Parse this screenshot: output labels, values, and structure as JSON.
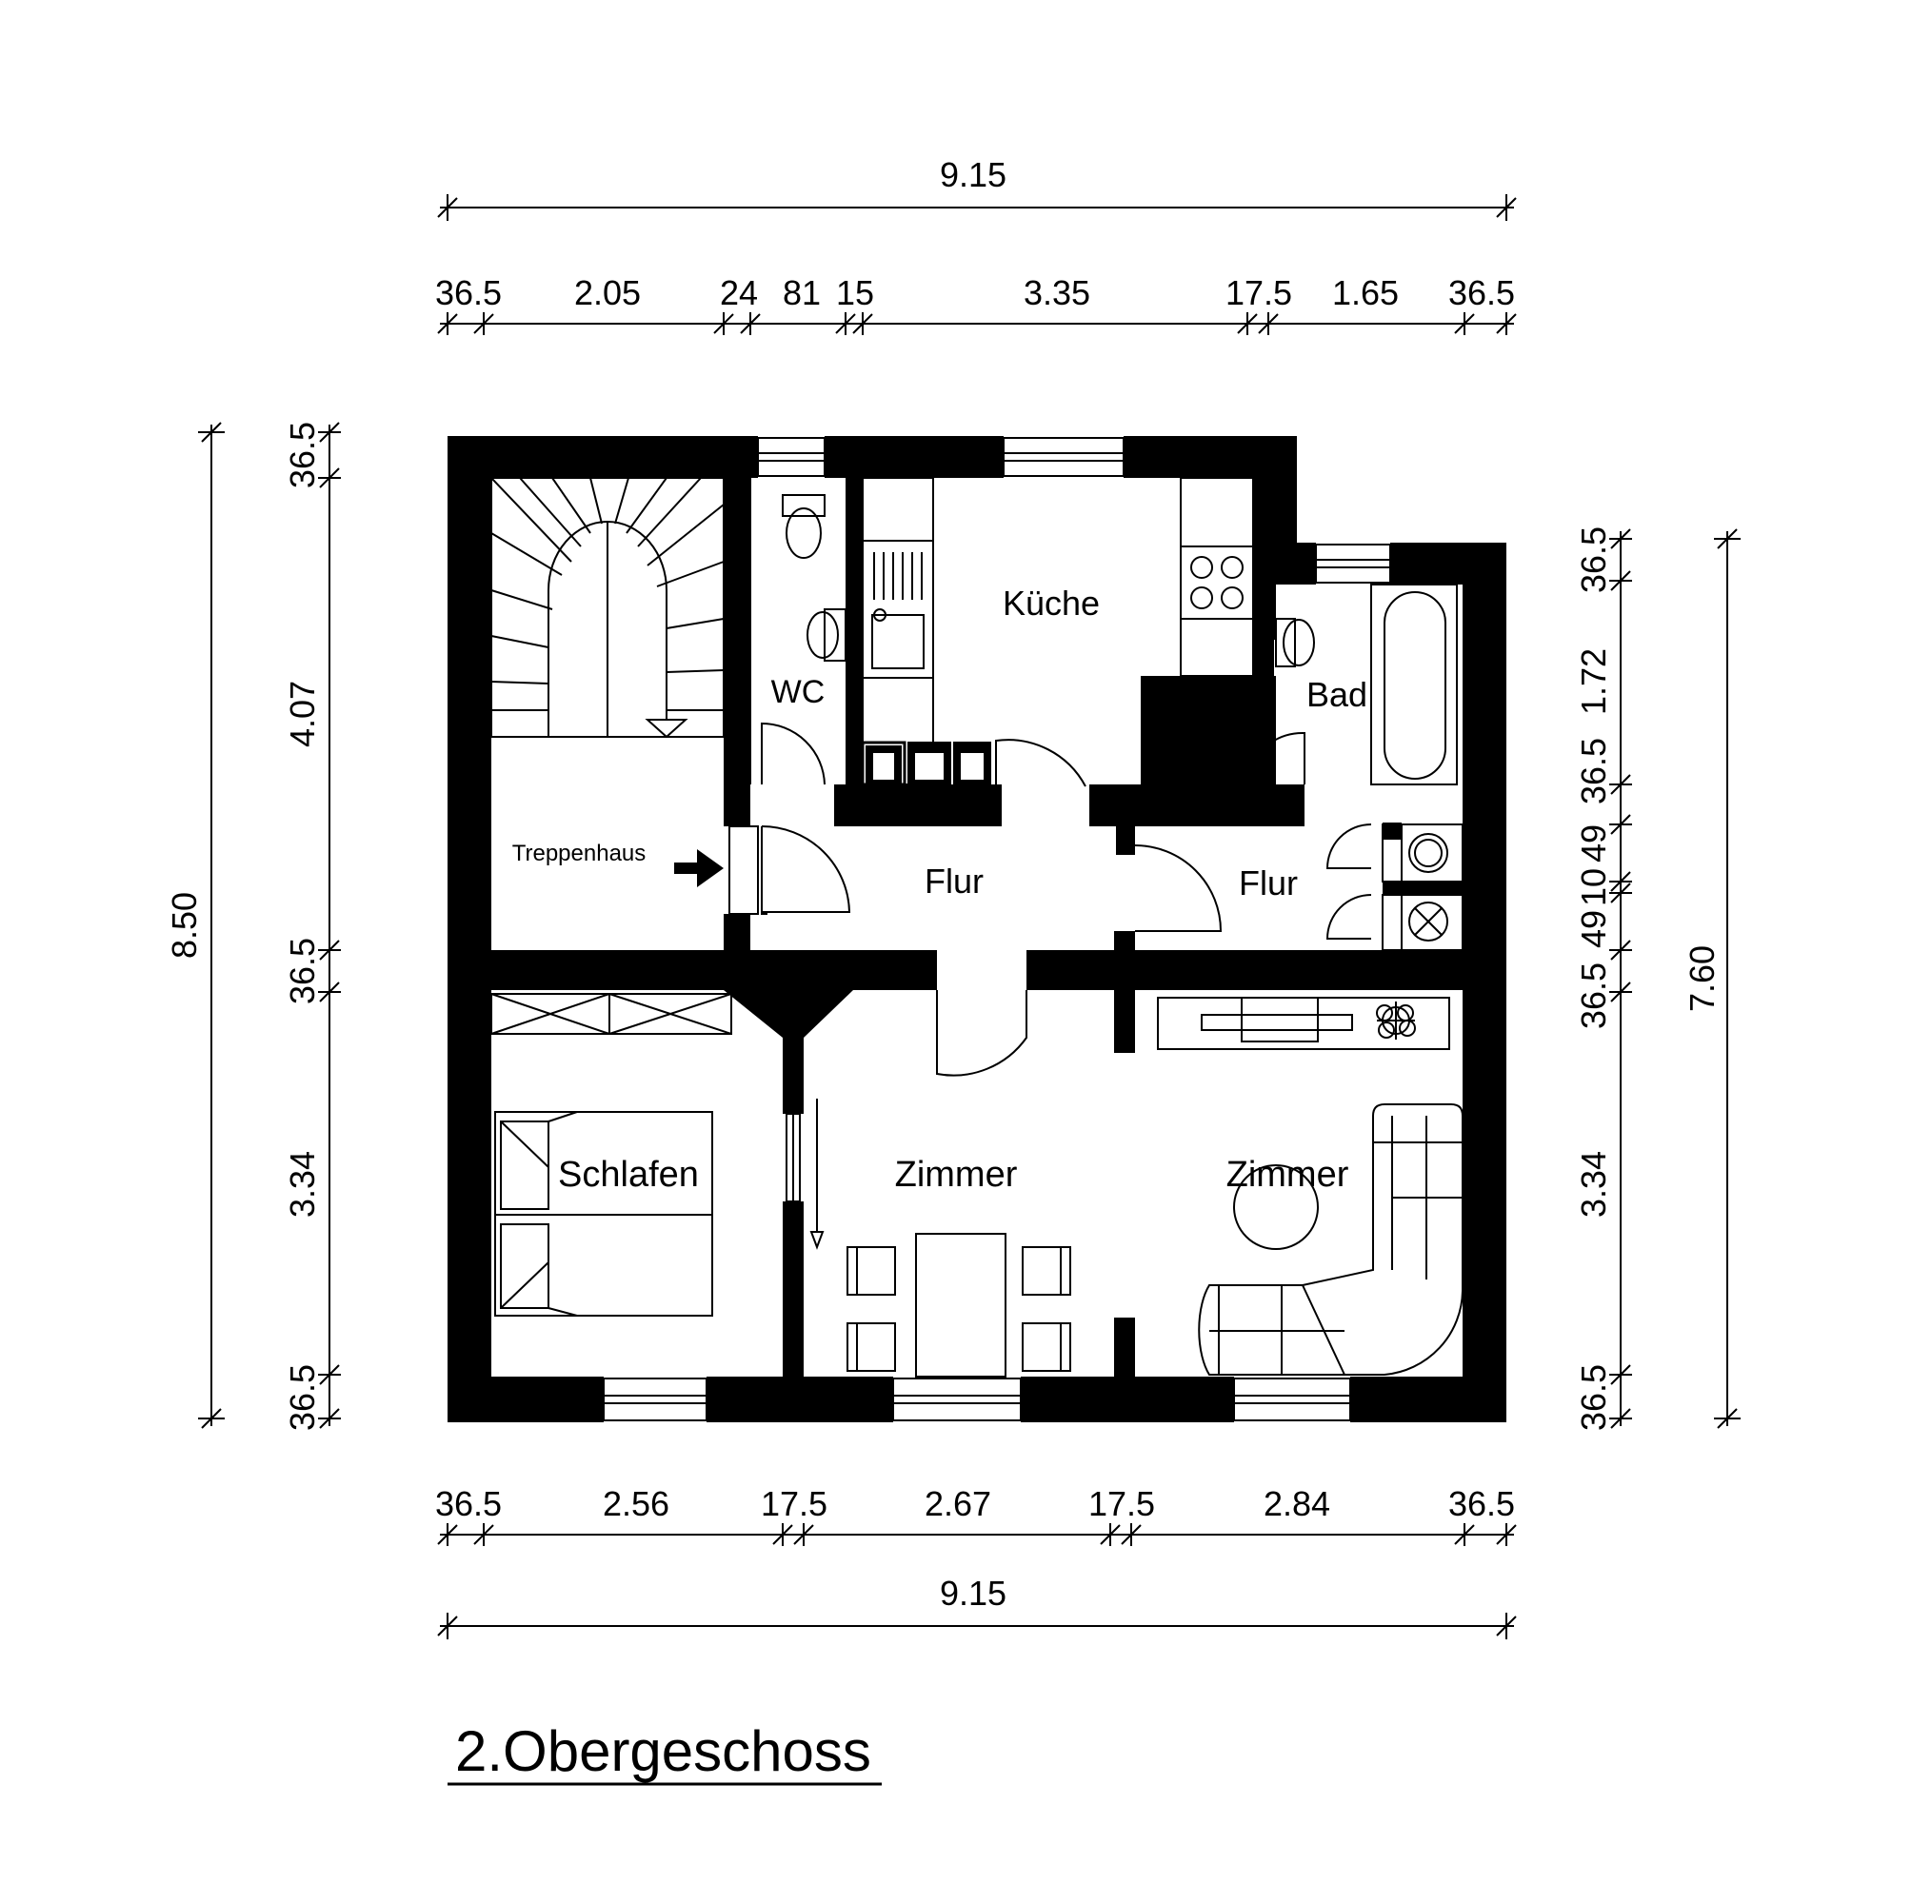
{
  "title": "2.Obergeschoss",
  "rooms": {
    "stair": "Treppenhaus",
    "wc": "WC",
    "kitchen": "Küche",
    "bath": "Bad",
    "hall1": "Flur",
    "hall2": "Flur",
    "bedroom": "Schlafen",
    "living1": "Zimmer",
    "living2": "Zimmer"
  },
  "dims": {
    "top_total": "9.15",
    "top": [
      "36.5",
      "2.05",
      "24",
      "81",
      "15",
      "3.35",
      "17.5",
      "1.65",
      "36.5"
    ],
    "bottom": [
      "36.5",
      "2.56",
      "17.5",
      "2.67",
      "17.5",
      "2.84",
      "36.5"
    ],
    "bottom_total": "9.15",
    "left": [
      "36.5",
      "4.07",
      "36.5",
      "3.34",
      "36.5"
    ],
    "left_total": "8.50",
    "right": [
      "36.5",
      "1.72",
      "36.5",
      "49",
      "10",
      "49",
      "36.5",
      "3.34",
      "36.5"
    ],
    "right_total": "7.60"
  }
}
